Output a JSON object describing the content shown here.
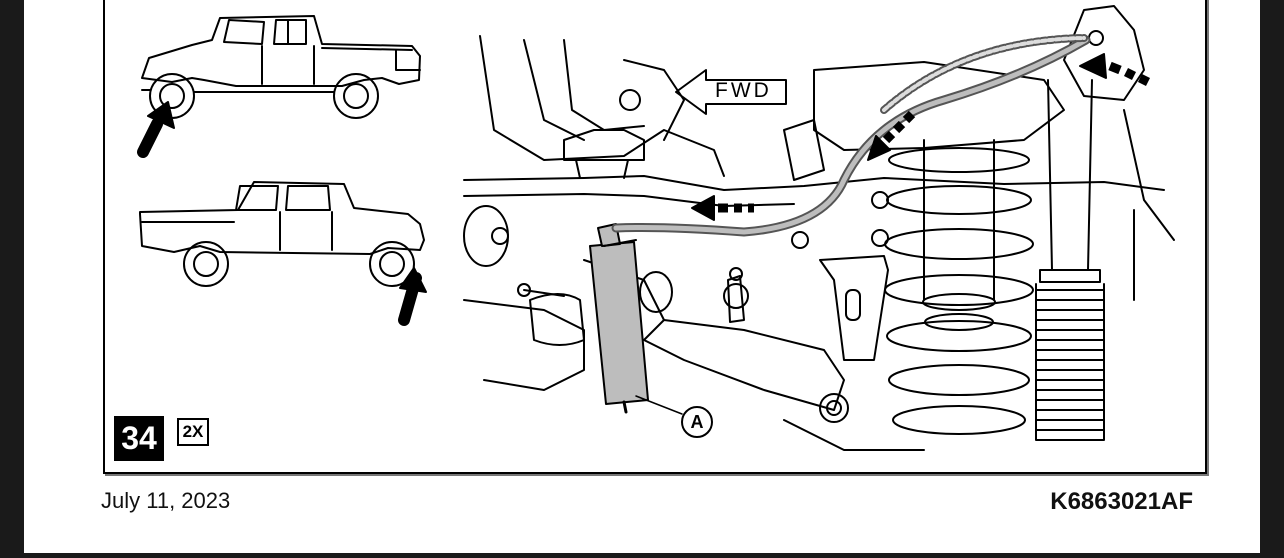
{
  "diagram": {
    "step_number": "34",
    "quantity": "2X",
    "direction_label": "FWD",
    "callout_label": "A"
  },
  "footer": {
    "date": "July 11, 2023",
    "document_number": "K6863021AF"
  }
}
